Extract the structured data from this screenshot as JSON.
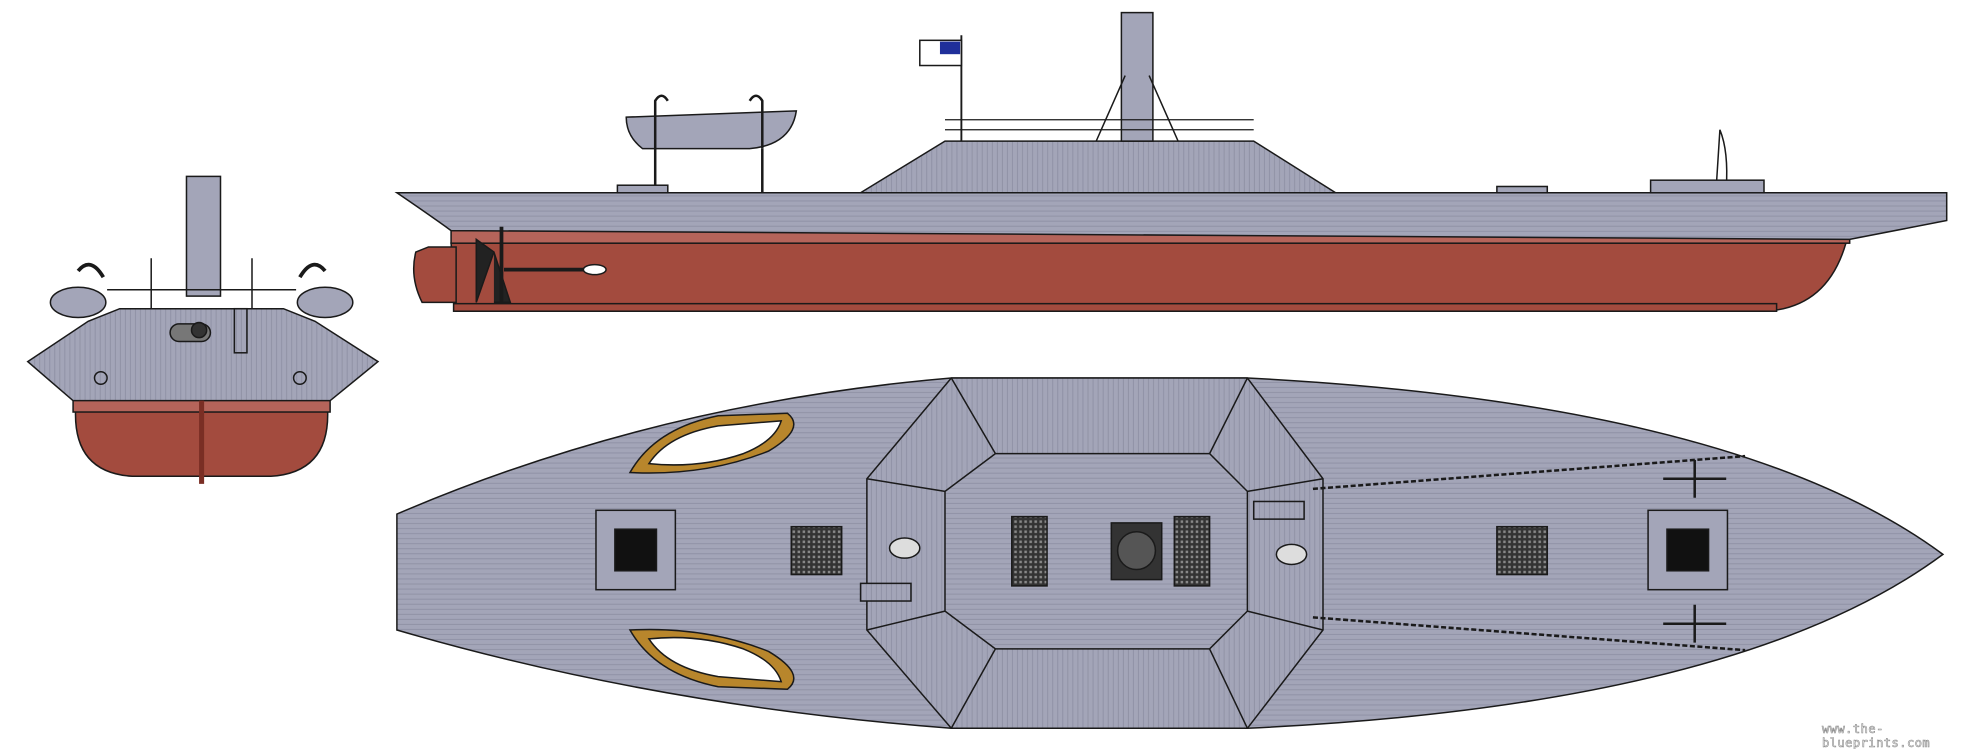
{
  "watermark": "www.the-blueprints.com",
  "colors": {
    "armor_gray": "#a3a5b8",
    "hull_red": "#a34b3e",
    "boot_stripe": "#b5645a",
    "boat_wood": "#b8862c",
    "outline": "#1a1a1a",
    "flag_blue": "#1f2f9a"
  },
  "views": [
    "front-view",
    "side-profile",
    "top-plan"
  ]
}
